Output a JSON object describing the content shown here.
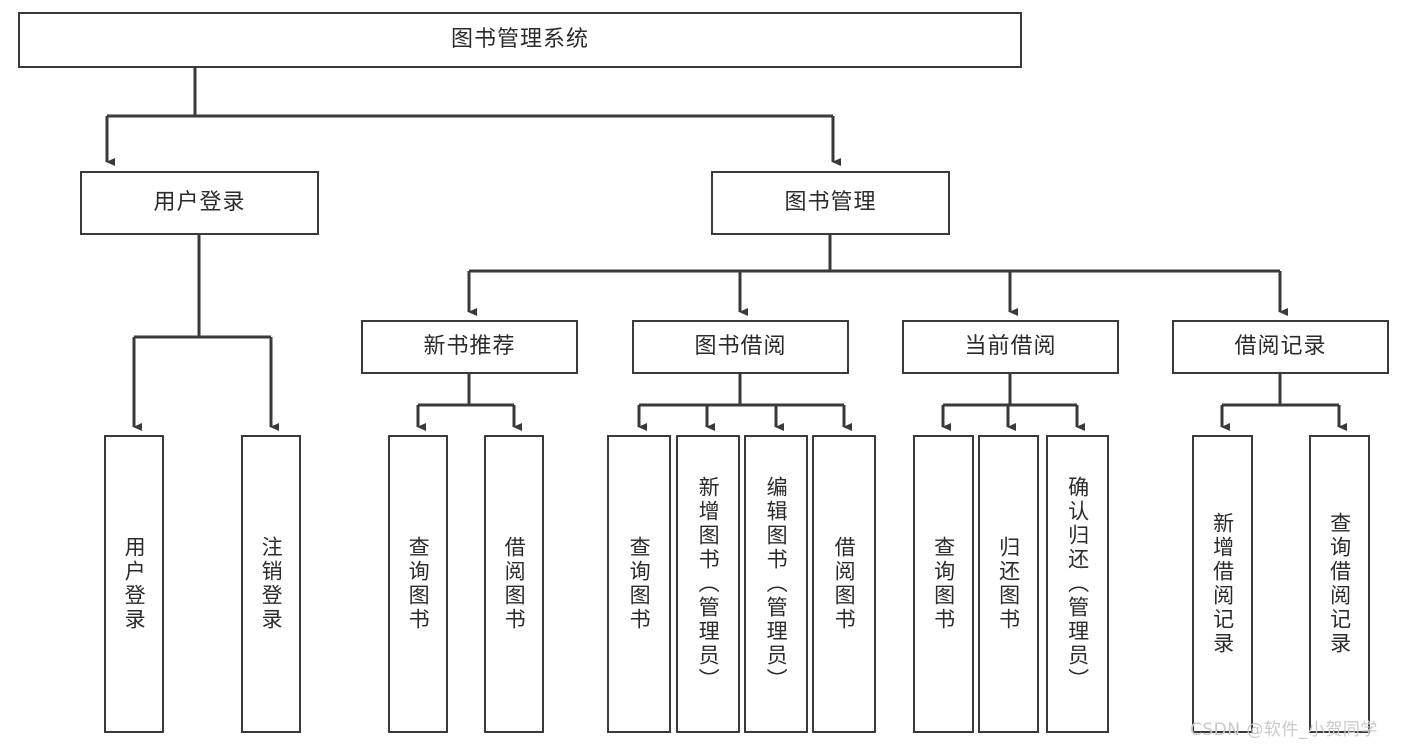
{
  "diagram": {
    "title": "图书管理系统",
    "type": "tree-hierarchy-diagram",
    "watermark": "CSDN @软件_小贺同学",
    "colors": {
      "box_border": "#3a3a3a",
      "box_fill": "#ffffff",
      "edge": "#3a3a3a",
      "text": "#2b2b2b",
      "watermark": "#c9c9c9",
      "background": "#ffffff"
    },
    "nodes": {
      "root": {
        "label": "图书管理系统"
      },
      "level1": [
        {
          "id": "user-login",
          "label": "用户登录"
        },
        {
          "id": "book-manage",
          "label": "图书管理"
        }
      ],
      "level2": [
        {
          "id": "new-book-recommend",
          "label": "新书推荐"
        },
        {
          "id": "book-borrow",
          "label": "图书借阅"
        },
        {
          "id": "current-borrow",
          "label": "当前借阅"
        },
        {
          "id": "borrow-record",
          "label": "借阅记录"
        }
      ],
      "leaves": {
        "user-login": [
          {
            "id": "leaf-user-login",
            "label": "用户登录"
          },
          {
            "id": "leaf-logout",
            "label": "注销登录"
          }
        ],
        "new-book-recommend": [
          {
            "id": "leaf-query-book-1",
            "label": "查询图书"
          },
          {
            "id": "leaf-borrow-book-1",
            "label": "借阅图书"
          }
        ],
        "book-borrow": [
          {
            "id": "leaf-query-book-2",
            "label": "查询图书"
          },
          {
            "id": "leaf-add-book",
            "label": "新增图书（管理员）"
          },
          {
            "id": "leaf-edit-book",
            "label": "编辑图书（管理员）"
          },
          {
            "id": "leaf-borrow-book-2",
            "label": "借阅图书"
          }
        ],
        "current-borrow": [
          {
            "id": "leaf-query-book-3",
            "label": "查询图书"
          },
          {
            "id": "leaf-return-book",
            "label": "归还图书"
          },
          {
            "id": "leaf-confirm-return",
            "label": "确认归还（管理员）"
          }
        ],
        "borrow-record": [
          {
            "id": "leaf-add-record",
            "label": "新增借阅记录"
          },
          {
            "id": "leaf-query-record",
            "label": "查询借阅记录"
          }
        ]
      }
    }
  }
}
